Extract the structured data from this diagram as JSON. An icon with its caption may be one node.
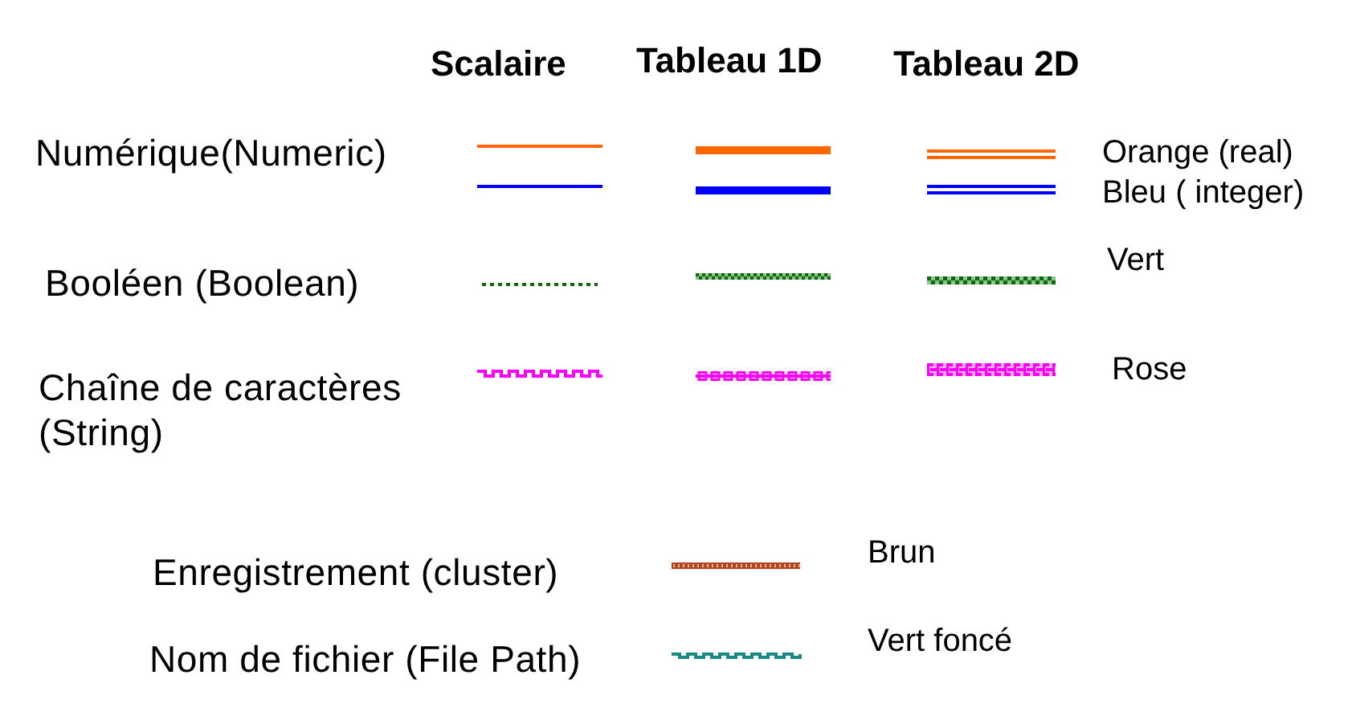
{
  "diagram": {
    "labels": [
      "Scalaire",
      "Tableau 1D",
      "Tableau 2D",
      "Numérique(Numeric)",
      "Orange (real)",
      "Bleu ( integer)",
      "Booléen (Boolean)",
      "Vert",
      "Chaîne de caractères (String)",
      "Rose",
      "Enregistrement (cluster)",
      "Brun",
      "Nom de fichier (File Path)",
      "Vert foncé"
    ]
  }
}
